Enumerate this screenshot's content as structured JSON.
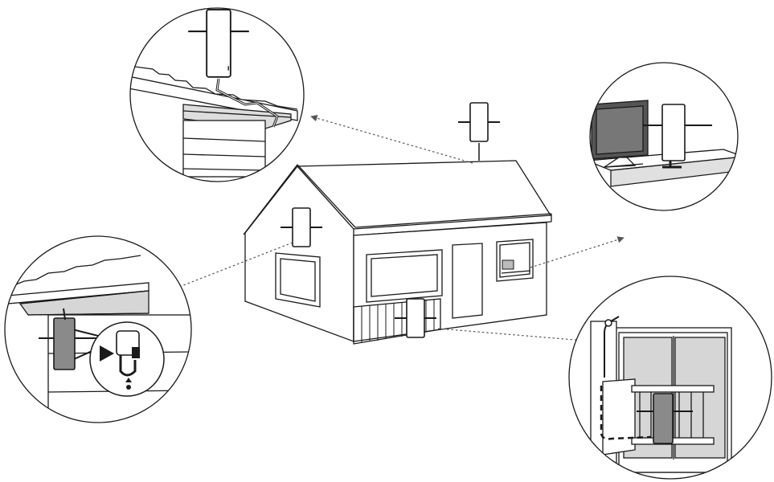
{
  "diagram": {
    "description_colors": {
      "line": "#1a1a1a",
      "grey_fill": "#8a8a8a",
      "light_grey": "#d6d6d6",
      "white": "#ffffff",
      "arrow": "#555555"
    },
    "callouts": [
      {
        "id": "roof-mount",
        "icon": "antenna-icon"
      },
      {
        "id": "indoor-tv",
        "icon": "antenna-icon"
      },
      {
        "id": "wall-mount",
        "icon": "antenna-icon"
      },
      {
        "id": "balcony-mount",
        "icon": "antenna-icon"
      }
    ]
  }
}
